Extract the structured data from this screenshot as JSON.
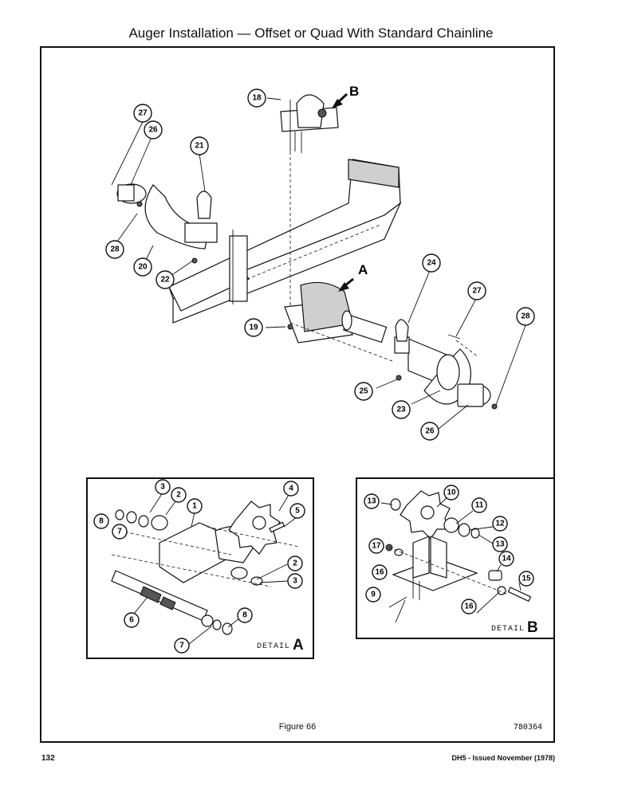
{
  "page_title": "Auger Installation — Offset or Quad With Standard Chainline",
  "figure_caption": "Figure 66",
  "drawing_number": "780364",
  "page_number": "132",
  "footer_text": "DH5 - Issued November (1978)",
  "main_callouts": [
    "18",
    "27",
    "26",
    "21",
    "28",
    "20",
    "22",
    "24",
    "27",
    "28",
    "19",
    "25",
    "23",
    "26"
  ],
  "arrow_labels": {
    "a": "A",
    "b": "B"
  },
  "detail_a": {
    "label_word": "DETAIL",
    "label_letter": "A",
    "callouts": [
      "3",
      "2",
      "1",
      "4",
      "5",
      "8",
      "7",
      "2",
      "3",
      "6",
      "7",
      "8"
    ]
  },
  "detail_b": {
    "label_word": "DETAIL",
    "label_letter": "B",
    "callouts": [
      "13",
      "10",
      "11",
      "12",
      "13",
      "17",
      "16",
      "14",
      "15",
      "9",
      "16"
    ]
  }
}
